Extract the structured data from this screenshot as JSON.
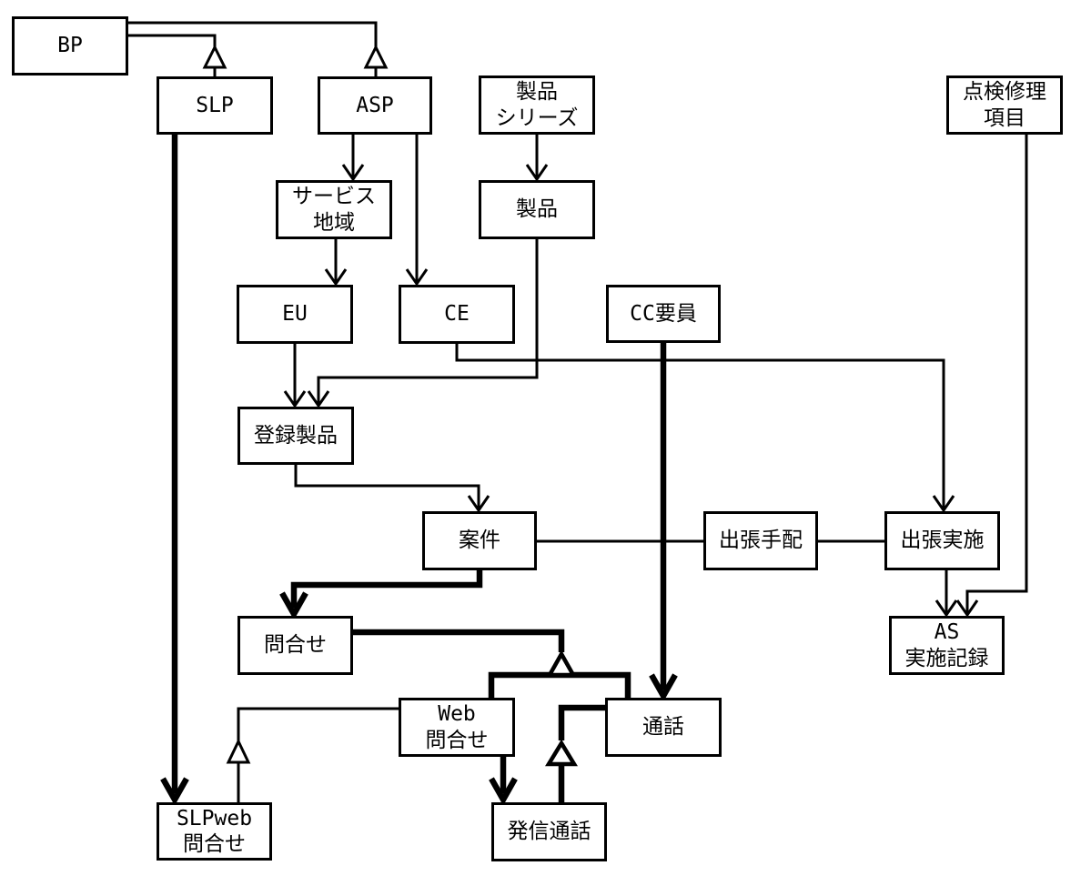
{
  "diagram": {
    "colors": {
      "line": "#000000",
      "background": "#ffffff",
      "node_fill": "#ffffff"
    },
    "nodes": {
      "bp": {
        "label": "BP"
      },
      "slp": {
        "label": "SLP"
      },
      "asp": {
        "label": "ASP"
      },
      "product_series": {
        "label": "製品\nシリーズ"
      },
      "inspection_repair_items": {
        "label": "点検修理\n項目"
      },
      "service_area": {
        "label": "サービス\n地域"
      },
      "product": {
        "label": "製品"
      },
      "eu": {
        "label": "EU"
      },
      "ce": {
        "label": "CE"
      },
      "cc_staff": {
        "label": "CC要員"
      },
      "registered_product": {
        "label": "登録製品"
      },
      "case": {
        "label": "案件"
      },
      "trip_arrangement": {
        "label": "出張手配"
      },
      "trip_execution": {
        "label": "出張実施"
      },
      "as_record": {
        "label": "AS\n実施記録"
      },
      "inquiry": {
        "label": "問合せ"
      },
      "web_inquiry": {
        "label": "Web\n問合せ"
      },
      "call": {
        "label": "通話"
      },
      "slpweb_inquiry": {
        "label": "SLPweb\n問合せ"
      },
      "outgoing_call": {
        "label": "発信通話"
      }
    }
  }
}
